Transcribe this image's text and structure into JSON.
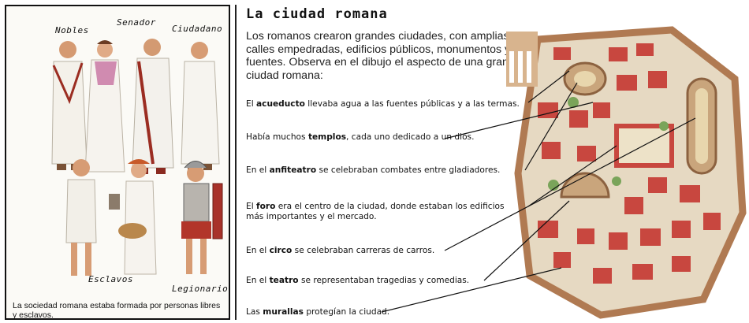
{
  "left": {
    "labels": {
      "nobles": "Nobles",
      "senador": "Senador",
      "ciudadano": "Ciudadano",
      "esclavos": "Esclavos",
      "legionario": "Legionario"
    },
    "caption": "La sociedad romana estaba formada por personas libres y esclavos."
  },
  "right": {
    "title": "La ciudad romana",
    "intro": "Los romanos crearon grandes ciudades, con amplias calles empedradas, edificios públicos, monumentos y fuentes. Observa en el dibujo el aspecto de una gran ciudad romana:",
    "notes": [
      {
        "pre": "El ",
        "term": "acueducto",
        "post": " llevaba agua a las fuentes públicas y a las termas."
      },
      {
        "pre": "Había muchos ",
        "term": "templos",
        "post": ", cada uno dedicado a un dios."
      },
      {
        "pre": "En el ",
        "term": "anfiteatro",
        "post": " se celebraban combates entre gladiadores."
      },
      {
        "pre": "El ",
        "term": "foro",
        "post": " era el centro de la ciudad, donde estaban los edificios",
        "line2": "más importantes y el mercado."
      },
      {
        "pre": "En el ",
        "term": "circo",
        "post": " se celebraban carreras de carros."
      },
      {
        "pre": "En el ",
        "term": "teatro",
        "post": " se representaban tragedias y comedias."
      },
      {
        "pre": "Las ",
        "term": "murallas",
        "post": " protegían la ciudad."
      }
    ]
  },
  "colors": {
    "roof": "#c8473f",
    "wall": "#d9a37a",
    "stone": "#c9b79a",
    "green": "#7aa45a",
    "ink": "#111111"
  }
}
